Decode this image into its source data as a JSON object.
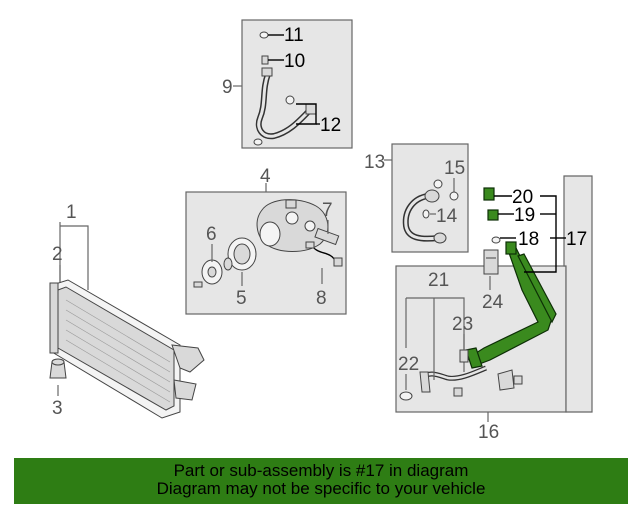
{
  "callouts": {
    "c1": "1",
    "c2": "2",
    "c3": "3",
    "c4": "4",
    "c5": "5",
    "c6": "6",
    "c7": "7",
    "c8": "8",
    "c9": "9",
    "c10": "10",
    "c11": "11",
    "c12": "12",
    "c13": "13",
    "c14": "14",
    "c15": "15",
    "c16": "16",
    "c17": "17",
    "c18": "18",
    "c19": "19",
    "c20": "20",
    "c21": "21",
    "c22": "22",
    "c23": "23",
    "c24": "24"
  },
  "banner": {
    "line1": "Part or sub-assembly is #17 in diagram",
    "line2": "Diagram may not be specific to your vehicle"
  },
  "colors": {
    "highlight": "#3a8a1e",
    "banner": "#2e7d14",
    "panel": "#e6e6e6"
  }
}
